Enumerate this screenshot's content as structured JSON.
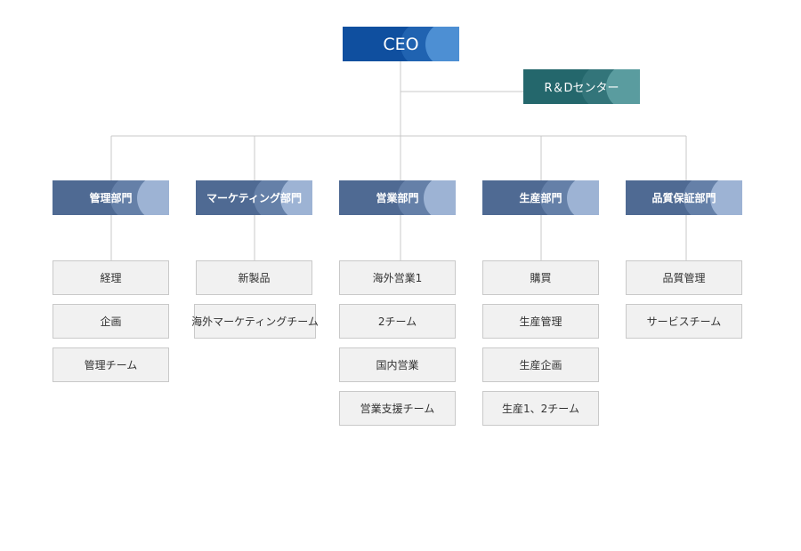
{
  "ceo": "CEO",
  "rd_center": "R＆Dセンター",
  "departments": [
    {
      "name": "管理部門",
      "items": [
        "経理",
        "企画",
        "管理チーム"
      ]
    },
    {
      "name": "マーケティング部門",
      "items": [
        "新製品",
        "海外マーケティングチーム"
      ]
    },
    {
      "name": "営業部門",
      "items": [
        "海外営業1",
        "2チーム",
        "国内営業",
        "営業支援チーム"
      ]
    },
    {
      "name": "生産部門",
      "items": [
        "購買",
        "生産管理",
        "生産企画",
        "生産1、2チーム"
      ]
    },
    {
      "name": "品質保証部門",
      "items": [
        "品質管理",
        "サービスチーム"
      ]
    }
  ],
  "colors": {
    "ceo": "#0f4f9f",
    "rd_center": "#24676c",
    "department": "#4f6a93",
    "item_fill": "#f1f1f1",
    "item_border": "#c9c9c9",
    "connector": "#c8c8c8"
  }
}
